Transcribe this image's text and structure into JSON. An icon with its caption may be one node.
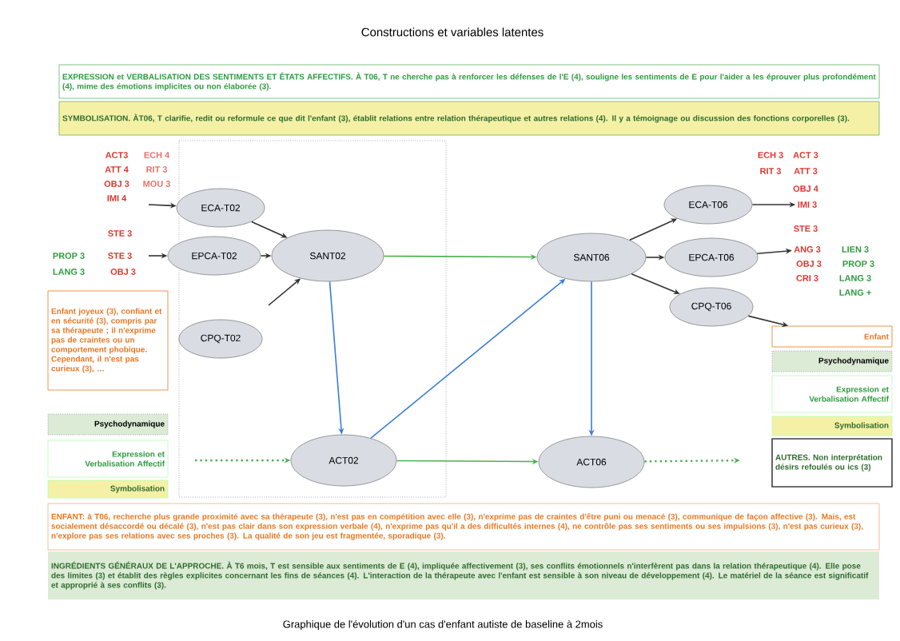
{
  "diagram": {
    "title": "Constructions et variables latentes",
    "caption": "Graphique de l'évolution d'un cas d'enfant autiste de baseline à 2mois",
    "nodes": [
      {
        "text": [
          "EXPRESSION et VERBALISATION DES SENTIMENTS ET ÉTATS AFFECTIFS. À T06, T ne cherche pas à renforcer les défenses de l'E (4), souligne les sentiments de E pour l'aider a les éprouver plus profondément (4), mime des émotions implicites ou non élaborée (3)."
        ]
      },
      {
        "text": [
          "SYMBOLISATION. ÀT06, T clarifie, redit ou reformule ce que dit l'enfant (3), établit relations entre relation thérapeutique et autres relations (4). Il y a témoignage ou discussion des fonctions corporelles (3)."
        ]
      },
      {
        "text": [
          "ECA-T02"
        ]
      },
      {
        "text": [
          "EPCA-T02"
        ]
      },
      {
        "text": [
          "SANT02"
        ]
      },
      {
        "text": [
          "CPQ-T02"
        ]
      },
      {
        "text": [
          "SANT06"
        ]
      },
      {
        "text": [
          "ECA-T06"
        ]
      },
      {
        "text": [
          "EPCA-T06"
        ]
      },
      {
        "text": [
          "CPQ-T06"
        ]
      },
      {
        "text": [
          "Enfant joyeux (3), confiant et en sécurité (3), compris par sa thérapeute ; il n'exprime pas de craintes ou un comportement phobique. Cependant, il n'est pas curieux (3), …"
        ]
      },
      {
        "text": [
          "Psychodynamique"
        ]
      },
      {
        "text": [
          "Expression et Verbalisation Affectif"
        ]
      },
      {
        "text": [
          "Symbolisation"
        ]
      },
      {
        "text": [
          "ACT02"
        ]
      },
      {
        "text": [
          "ACT06"
        ]
      },
      {
        "text": [
          "Enfant"
        ]
      },
      {
        "text": [
          "Psychodynamique"
        ]
      },
      {
        "text": [
          "Expression et Verbalisation Affectif"
        ]
      },
      {
        "text": [
          "Symbolisation"
        ]
      },
      {
        "text": [
          "AUTRES. Non interprétation désirs refoulés ou ics (3)"
        ]
      },
      {
        "text": [
          "ENFANT: à T06, recherche plus grande proximité avec sa thérapeute (3), n'est pas en compétition avec elle (3), n'exprime pas de craintes d'être puni ou menacé (3), communique de façon affective (3). Mais, est socialement désaccordé ou décalé (3), n'est pas clair dans son expression verbale (4), n'exprime pas qu'il a des difficultés internes (4), ne contrôle pas ses sentiments ou ses impulsions (3), n'est pas curieux (3), n'explore pas ses relations avec ses proches (3). La qualité de son jeu est fragmentée, sporadique (3)."
        ]
      },
      {
        "text": [
          "IMI 3"
        ]
      },
      {
        "text": [
          "ANG 3"
        ]
      },
      {
        "text": [
          "INGRÉDIENTS GÉNÉRAUX DE L'APPROCHE. À T6 mois, T est sensible aux sentiments de E (4), impliquée affectivement (3), ses conflits émotionnels n'interfèrent pas dans la relation thérapeutique (4). Elle pose des limites (3) et établit des règles explicites concernant les fins de séances (4). L'interaction de la thérapeute avec l'enfant est sensible à son niveau de développement (4). Le matériel de la séance est significatif et approprié à ses conflits (3)."
        ]
      }
    ],
    "edges": [
      {
        "from": null,
        "to": 2,
        "arrow": "to"
      },
      {
        "from": null,
        "to": 3,
        "arrow": "to"
      },
      {
        "from": 2,
        "to": 4,
        "arrow": "to"
      },
      {
        "from": 3,
        "to": 4,
        "arrow": "to"
      },
      {
        "from": null,
        "to": 4,
        "arrow": "to"
      },
      {
        "from": 4,
        "to": 6,
        "arrow": "to",
        "color": "#4caf50"
      },
      {
        "from": 4,
        "to": 14,
        "arrow": "to",
        "color": "#3a7fd5"
      },
      {
        "from": 14,
        "to": 6,
        "arrow": "to",
        "color": "#3a7fd5"
      },
      {
        "from": 14,
        "to": 15,
        "arrow": "to",
        "color": "#4caf50"
      },
      {
        "from": 6,
        "to": 15,
        "arrow": "to",
        "color": "#3a7fd5"
      },
      {
        "from": 6,
        "to": 7,
        "arrow": "to"
      },
      {
        "from": 6,
        "to": 8,
        "arrow": "to"
      },
      {
        "from": 6,
        "to": 9,
        "arrow": "to"
      },
      {
        "from": 7,
        "to": 22,
        "arrow": "to"
      },
      {
        "from": 8,
        "to": 23,
        "arrow": "to"
      },
      {
        "from": 9,
        "to": 16,
        "arrow": "to"
      },
      {
        "from": null,
        "to": 14,
        "arrow": "to",
        "style": "dashed",
        "color": "#4caf50"
      },
      {
        "from": 15,
        "to": null,
        "arrow": "to",
        "style": "dashed",
        "color": "#4caf50"
      }
    ],
    "labels": [
      "ACT3",
      "ECH 4",
      "ATT 4",
      "RIT 3",
      "OBJ 3",
      "MOU 3",
      "IMI 4",
      "STE 3",
      "PROP 3",
      "STE 3",
      "LANG 3",
      "OBJ 3",
      "ECH 3",
      "ACT 3",
      "RIT 3",
      "ATT 3",
      "OBJ 4",
      "STE 3",
      "LIEN 3",
      "OBJ 3",
      "PROP 3",
      "CRI 3",
      "LANG 3",
      "LANG +"
    ]
  }
}
